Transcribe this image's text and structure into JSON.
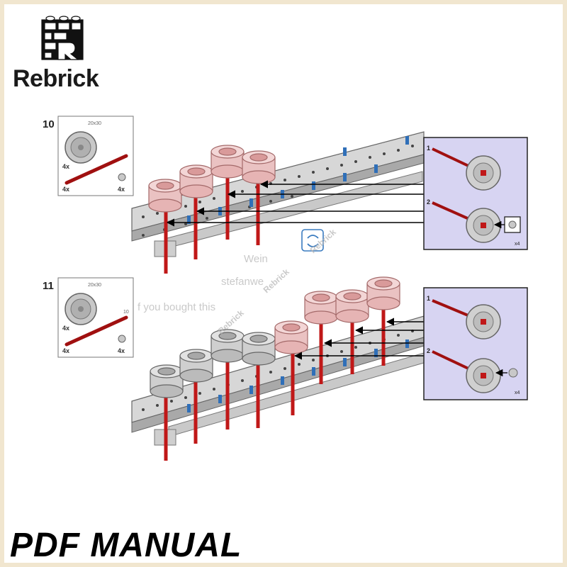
{
  "brand": {
    "name": "Rebrick"
  },
  "footer": {
    "title": "PDF MANUAL"
  },
  "watermark": {
    "lines": [
      "Wein",
      "stefanwe",
      "f you bought this"
    ],
    "repeated": [
      "Rebrick",
      "Rebrick",
      "Rebrick"
    ]
  },
  "steps": [
    {
      "number": "10",
      "parts": {
        "wheel_size": "20x30",
        "wheel_qty": "4x",
        "axle_qty": "4x",
        "pin_qty": "4x",
        "axle_length": ""
      },
      "callout": {
        "sub1": "1",
        "sub2": "2",
        "multiplier": "x4"
      }
    },
    {
      "number": "11",
      "parts": {
        "wheel_size": "20x30",
        "wheel_qty": "4x",
        "axle_qty": "4x",
        "pin_qty": "4x",
        "axle_length": "10"
      },
      "callout": {
        "sub1": "1",
        "sub2": "2",
        "multiplier": "x4"
      }
    }
  ]
}
